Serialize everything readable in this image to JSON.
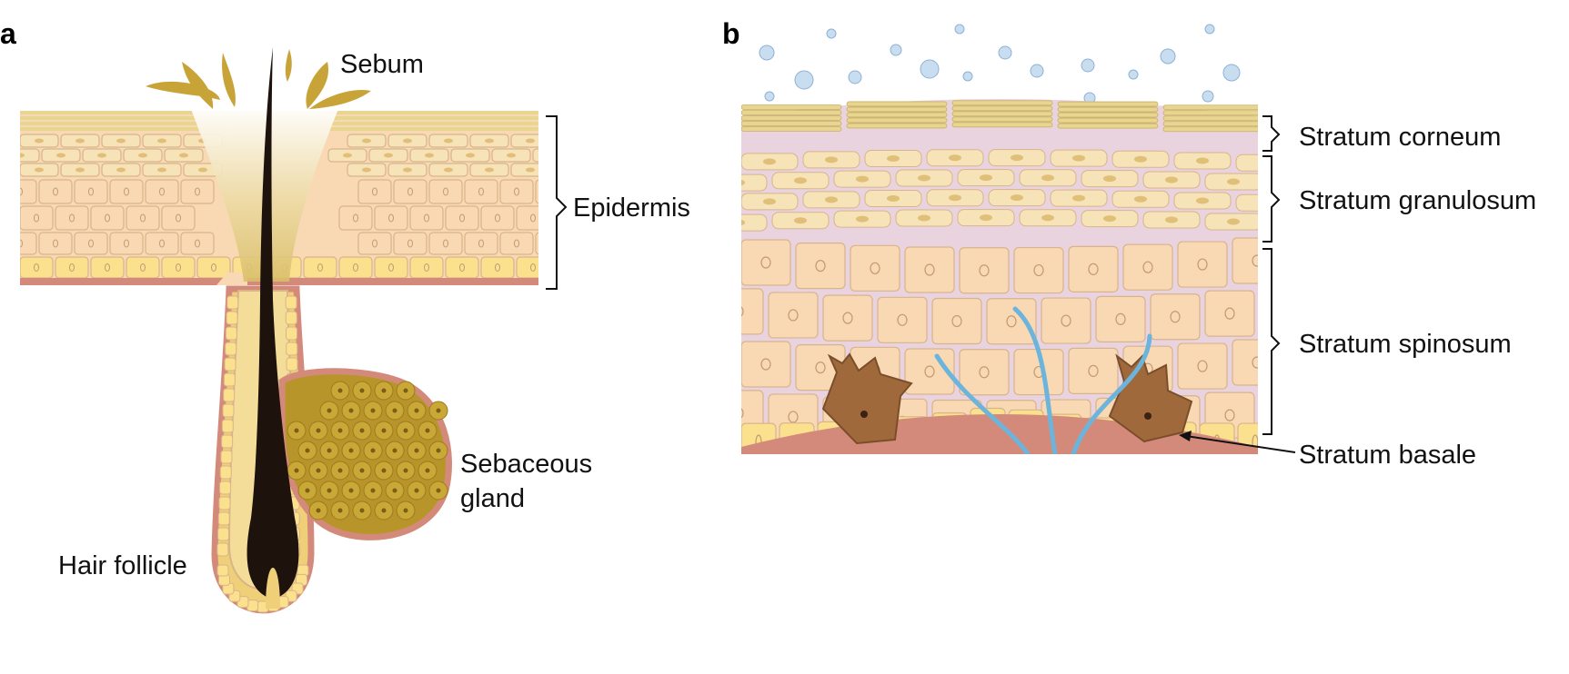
{
  "panels": {
    "a": {
      "letter": "a",
      "labels": {
        "sebum": "Sebum",
        "epidermis": "Epidermis",
        "sebaceous_line1": "Sebaceous",
        "sebaceous_line2": "gland",
        "hair_follicle": "Hair follicle"
      }
    },
    "b": {
      "letter": "b",
      "labels": {
        "stratum_corneum": "Stratum corneum",
        "stratum_granulosum": "Stratum granulosum",
        "stratum_spinosum": "Stratum spinosum",
        "stratum_basale": "Stratum basale"
      }
    }
  },
  "colors": {
    "corneum": "#E8D590",
    "granulosum_cell": "#F7E3B8",
    "spinosum_cell": "#F8D9B4",
    "basale_cell": "#FBE08E",
    "cell_border": "#D9B48A",
    "membrane": "#D48A7A",
    "sebum": "#C8A438",
    "gland": "#B8952A",
    "hair": "#1E120C",
    "melanocyte": "#A0693C",
    "nerve": "#6CB4DC",
    "droplet": "#C9DDF0",
    "intercellular": "#E9D3DF"
  }
}
